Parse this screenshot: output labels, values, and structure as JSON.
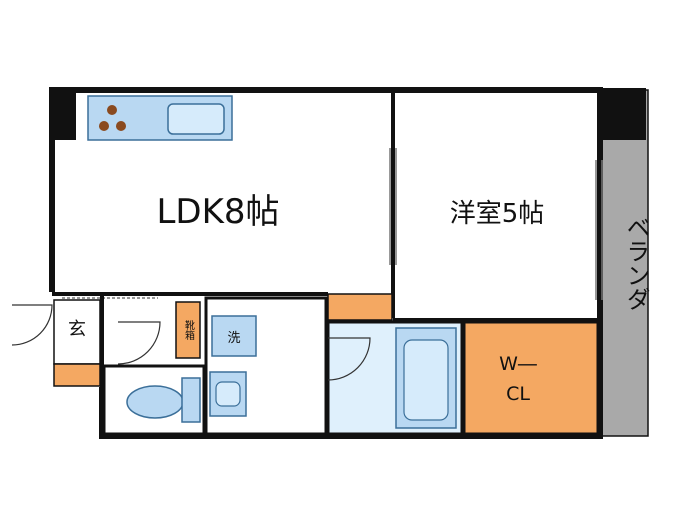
{
  "floorplan": {
    "rooms": {
      "ldk": "LDK8帖",
      "western_room": "洋室5帖",
      "veranda": "ベランダ",
      "entrance": "玄",
      "shoe_box": "靴箱",
      "washer": "洗",
      "walk_in_closet_line1": "W―",
      "walk_in_closet_line2": "CL"
    },
    "colors": {
      "wall": "#111111",
      "fixture_blue": "#b9d8f2",
      "fixture_outline": "#3b6f99",
      "storage_orange": "#f4a862",
      "veranda_gray": "#a9a9a9",
      "floor": "#ffffff",
      "stove_burner": "#8a4a1f"
    }
  }
}
